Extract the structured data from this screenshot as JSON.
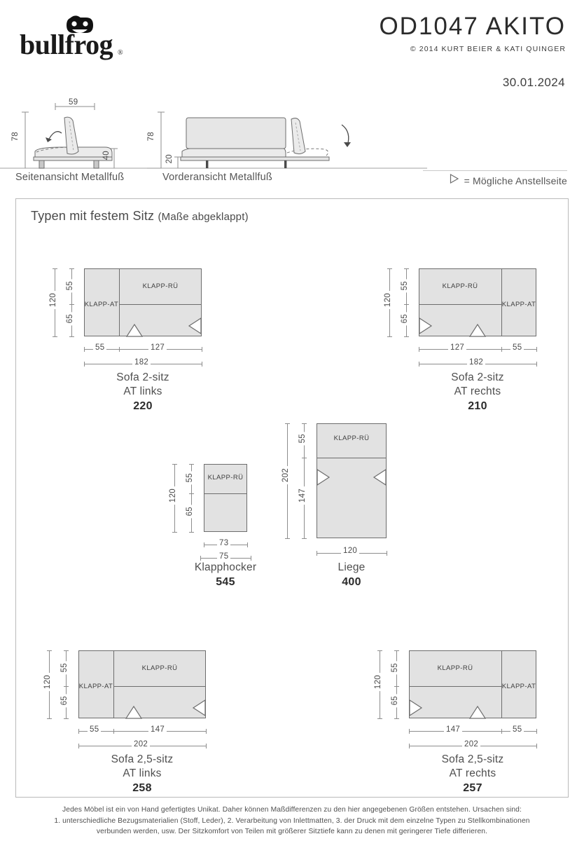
{
  "brand": {
    "wordmark": "bullfrog",
    "registered": "®",
    "logo_icon": "frog-face-icon"
  },
  "model": {
    "name": "OD1047  AKITO",
    "credit": "© 2014  KURT BEIER & KATI QUINGER",
    "date": "30.01.2024"
  },
  "elevations": [
    {
      "caption": "Seitenansicht Metallfuß",
      "height": "78",
      "seat_height": "40",
      "width": "59"
    },
    {
      "caption": "Vorderansicht Metallfuß",
      "height": "78",
      "base_height": "20"
    }
  ],
  "legend": {
    "icon": "triangle-right-outline-icon",
    "text": "= Mögliche Anstellseite"
  },
  "panel": {
    "title": "Typen mit festem Sitz",
    "subtitle": "(Maße abgeklappt)"
  },
  "labels": {
    "klapp_ru": "KLAPP-RÜ",
    "klapp_at": "KLAPP-AT"
  },
  "figures": [
    {
      "id": "sofa-2-sitz-at-links",
      "line1": "Sofa 2-sitz",
      "line2": "AT links",
      "code": "220",
      "total_w": "182",
      "at_w": "55",
      "body_w": "127",
      "total_d": "120",
      "top_d": "55",
      "bottom_d": "65"
    },
    {
      "id": "sofa-2-sitz-at-rechts",
      "line1": "Sofa 2-sitz",
      "line2": "AT rechts",
      "code": "210",
      "total_w": "182",
      "at_w": "55",
      "body_w": "127",
      "total_d": "120",
      "top_d": "55",
      "bottom_d": "65"
    },
    {
      "id": "klapphocker",
      "line1": "Klapphocker",
      "line2": "",
      "code": "545",
      "total_w": "75",
      "inner_w": "73",
      "total_d": "120",
      "top_d": "55",
      "bottom_d": "65"
    },
    {
      "id": "liege",
      "line1": "Liege",
      "line2": "",
      "code": "400",
      "total_w": "120",
      "total_d": "202",
      "top_d": "55",
      "bottom_d": "147"
    },
    {
      "id": "sofa-25-sitz-at-links",
      "line1": "Sofa 2,5-sitz",
      "line2": "AT links",
      "code": "258",
      "total_w": "202",
      "at_w": "55",
      "body_w": "147",
      "total_d": "120",
      "top_d": "55",
      "bottom_d": "65"
    },
    {
      "id": "sofa-25-sitz-at-rechts",
      "line1": "Sofa 2,5-sitz",
      "line2": "AT rechts",
      "code": "257",
      "total_w": "202",
      "at_w": "55",
      "body_w": "147",
      "total_d": "120",
      "top_d": "55",
      "bottom_d": "65"
    }
  ],
  "footer": {
    "line1": "Jedes Möbel ist ein von Hand gefertigtes Unikat. Daher können Maßdifferenzen zu den hier angegebenen Größen entstehen. Ursachen sind:",
    "line2": "1. unterschiedliche Bezugsmaterialien (Stoff, Leder), 2. Verarbeitung von Inlettmatten, 3. der Druck mit dem einzelne Typen zu Stellkombinationen",
    "line3": "verbunden werden, usw. Der Sitzkomfort von Teilen mit größerer Sitztiefe kann zu denen mit geringerer Tiefe differieren."
  },
  "colors": {
    "fill": "#e2e2e2",
    "stroke": "#6d6d6d",
    "dim": "#8d8d8d",
    "text": "#4a4a4a"
  }
}
